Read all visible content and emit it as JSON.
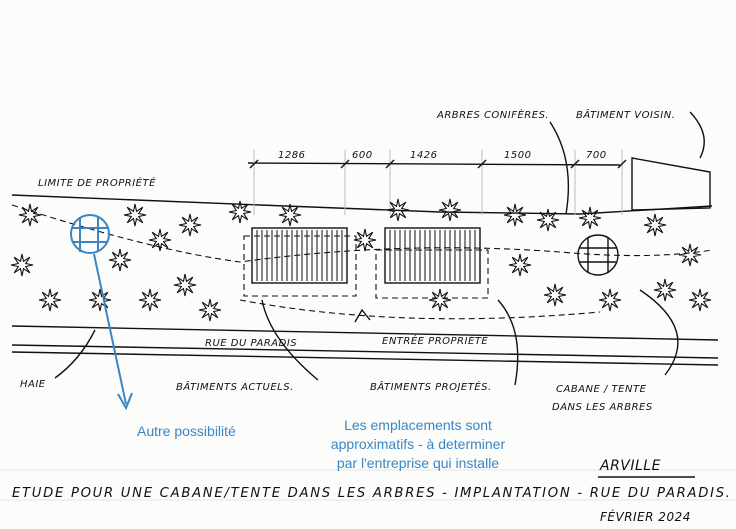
{
  "labels": {
    "property_limit": "LIMITE DE PROPRIÉTÉ",
    "conifers": "ARBRES CONIFÈRES.",
    "neighbor_building": "BÂTIMENT VOISIN.",
    "street": "RUE DU PARADIS",
    "entrance": "ENTRÉE PROPRIÉTÉ",
    "hedge": "HAIE",
    "current_buildings": "BÂTIMENTS ACTUELS.",
    "planned_buildings": "BÂTIMENTS PROJETÉS.",
    "treehouse_line1": "CABANE / TENTE",
    "treehouse_line2": "DANS LES ARBRES"
  },
  "dimensions": [
    "1286",
    "600",
    "1426",
    "1500",
    "700"
  ],
  "annotations": {
    "alternative": "Autre possibilité",
    "note_line1": "Les emplacements sont",
    "note_line2": "approximatifs - à determiner",
    "note_line3": "par l'entreprise qui installe"
  },
  "title_block": {
    "place": "ARVILLE",
    "title": "ETUDE POUR UNE CABANE/TENTE DANS LES ARBRES - IMPLANTATION - RUE DU PARADIS.",
    "date": "FÉVRIER 2024"
  },
  "colors": {
    "ink": "#111111",
    "annotation_blue": "#3a86c4"
  }
}
